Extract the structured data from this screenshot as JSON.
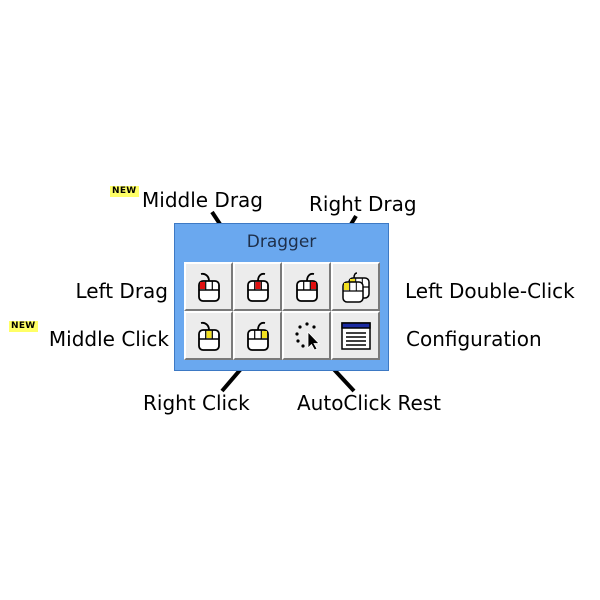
{
  "window": {
    "title": "Dragger"
  },
  "badges": {
    "new": "NEW"
  },
  "labels": {
    "middle_drag": "Middle Drag",
    "right_drag": "Right Drag",
    "left_drag": "Left Drag",
    "left_double_click": "Left Double-Click",
    "middle_click": "Middle Click",
    "configuration": "Configuration",
    "right_click": "Right Click",
    "autoclick_rest": "AutoClick Rest"
  },
  "buttons": [
    {
      "name": "left-drag",
      "icon": "mouse-left-drag-icon"
    },
    {
      "name": "middle-drag",
      "icon": "mouse-middle-drag-icon"
    },
    {
      "name": "right-drag",
      "icon": "mouse-right-drag-icon"
    },
    {
      "name": "left-double-click",
      "icon": "mouse-double-click-icon"
    },
    {
      "name": "middle-click",
      "icon": "mouse-middle-click-icon"
    },
    {
      "name": "right-click",
      "icon": "mouse-right-click-icon"
    },
    {
      "name": "autoclick-rest",
      "icon": "autoclick-cursor-icon"
    },
    {
      "name": "configuration",
      "icon": "configuration-window-icon"
    }
  ],
  "colors": {
    "window_bg": "#6aa8ef",
    "drag_button": "#e01010",
    "click_button": "#f2e020",
    "badge_bg": "#ffff66",
    "config_titlebar": "#1a2aa0"
  }
}
